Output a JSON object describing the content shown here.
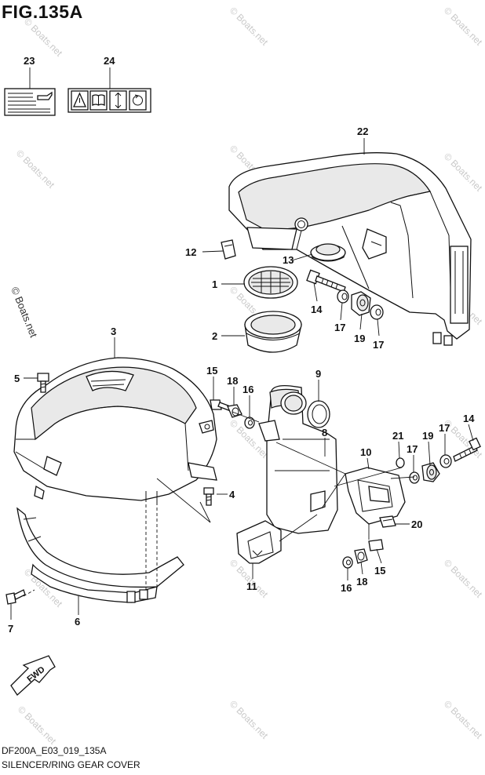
{
  "figure": {
    "title": "FIG.135A",
    "code": "DF200A_E03_019_135A",
    "name": "SILENCER/RING GEAR COVER"
  },
  "watermark": "© Boats.net",
  "fwd_label": "FWD",
  "callouts": [
    {
      "id": "23",
      "text": "23"
    },
    {
      "id": "24",
      "text": "24"
    },
    {
      "id": "22",
      "text": "22"
    },
    {
      "id": "12",
      "text": "12"
    },
    {
      "id": "13",
      "text": "13"
    },
    {
      "id": "1",
      "text": "1"
    },
    {
      "id": "14a",
      "text": "14"
    },
    {
      "id": "17a",
      "text": "17"
    },
    {
      "id": "19a",
      "text": "19"
    },
    {
      "id": "17b",
      "text": "17"
    },
    {
      "id": "2",
      "text": "2"
    },
    {
      "id": "3",
      "text": "3"
    },
    {
      "id": "5",
      "text": "5"
    },
    {
      "id": "15a",
      "text": "15"
    },
    {
      "id": "18a",
      "text": "18"
    },
    {
      "id": "16a",
      "text": "16"
    },
    {
      "id": "9",
      "text": "9"
    },
    {
      "id": "8",
      "text": "8"
    },
    {
      "id": "14b",
      "text": "14"
    },
    {
      "id": "21",
      "text": "21"
    },
    {
      "id": "17c",
      "text": "17"
    },
    {
      "id": "19b",
      "text": "19"
    },
    {
      "id": "17d",
      "text": "17"
    },
    {
      "id": "10",
      "text": "10"
    },
    {
      "id": "4",
      "text": "4"
    },
    {
      "id": "20",
      "text": "20"
    },
    {
      "id": "11",
      "text": "11"
    },
    {
      "id": "16b",
      "text": "16"
    },
    {
      "id": "18b",
      "text": "18"
    },
    {
      "id": "15b",
      "text": "15"
    },
    {
      "id": "6",
      "text": "6"
    },
    {
      "id": "7",
      "text": "7"
    }
  ],
  "icons": [
    "warning-triangle-icon",
    "manual-book-icon",
    "arrow-updown-icon",
    "rotation-icon",
    "oil-can-icon"
  ]
}
